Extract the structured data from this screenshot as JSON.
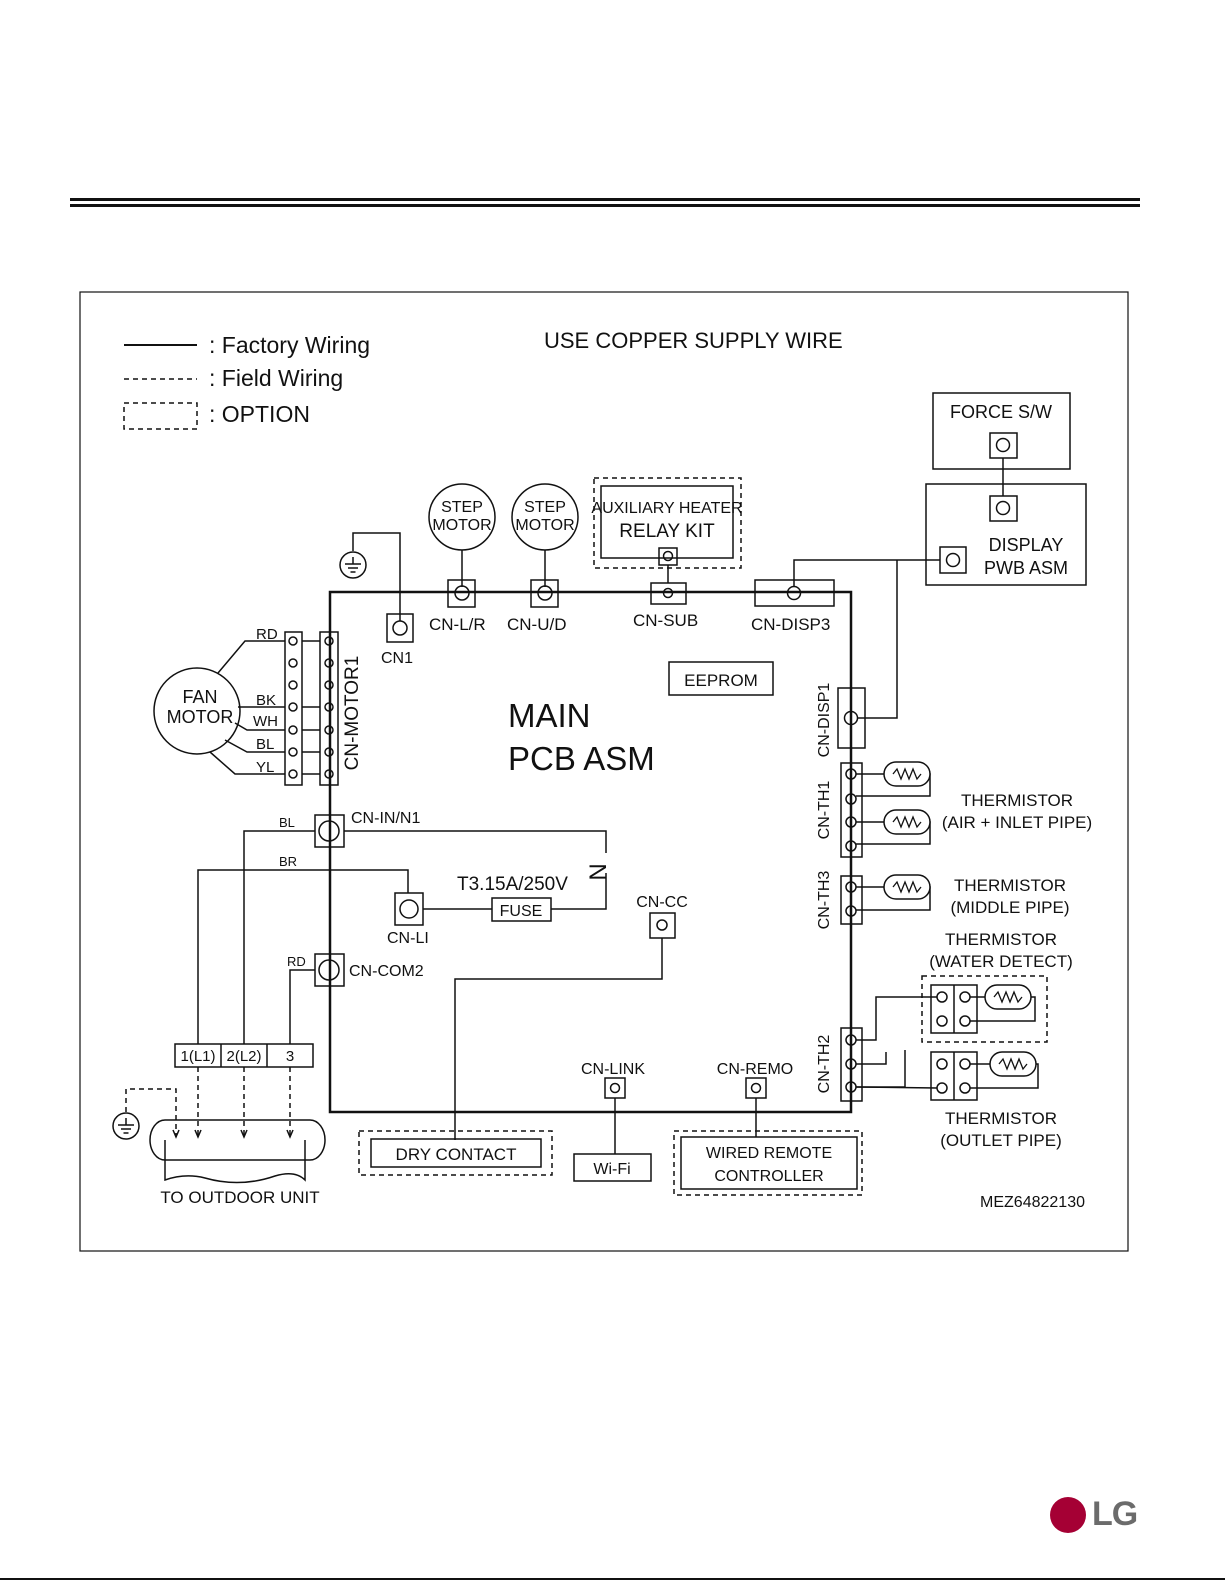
{
  "legend": {
    "factory": ": Factory Wiring",
    "field": ": Field Wiring",
    "option": ": OPTION"
  },
  "notice": "USE COPPER SUPPLY WIRE",
  "main_board": {
    "line1": "MAIN",
    "line2": "PCB ASM"
  },
  "eeprom": "EEPROM",
  "components": {
    "force_sw": "FORCE S/W",
    "display_line1": "DISPLAY",
    "display_line2": "PWB ASM",
    "step_motor_line1": "STEP",
    "step_motor_line2": "MOTOR",
    "aux_heater_line1": "AUXILIARY HEATER",
    "aux_heater_line2": "RELAY KIT",
    "fan_motor_line1": "FAN",
    "fan_motor_line2": "MOTOR",
    "fuse": "FUSE",
    "fuse_rating": "T3.15A/250V",
    "neutral": "N",
    "dry_contact": "DRY CONTACT",
    "wifi": "Wi-Fi",
    "wired_remote_line1": "WIRED REMOTE",
    "wired_remote_line2": "CONTROLLER",
    "outdoor": "TO OUTDOOR UNIT",
    "terminal_1": "1(L1)",
    "terminal_2": "2(L2)",
    "terminal_3": "3"
  },
  "connectors": {
    "cn1": "CN1",
    "cn_lr": "CN-L/R",
    "cn_ud": "CN-U/D",
    "cn_sub": "CN-SUB",
    "cn_disp3": "CN-DISP3",
    "cn_disp1": "CN-DISP1",
    "cn_motor1": "CN-MOTOR1",
    "cn_in_n1": "CN-IN/N1",
    "cn_li": "CN-LI",
    "cn_com2": "CN-COM2",
    "cn_cc": "CN-CC",
    "cn_link": "CN-LINK",
    "cn_remo": "CN-REMO",
    "cn_th1": "CN-TH1",
    "cn_th3": "CN-TH3",
    "cn_th2": "CN-TH2"
  },
  "wire_colors": {
    "rd": "RD",
    "bk": "BK",
    "wh": "WH",
    "bl": "BL",
    "yl": "YL",
    "bl2": "BL",
    "br": "BR",
    "rd2": "RD"
  },
  "thermistors": {
    "th1_line1": "THERMISTOR",
    "th1_line2": "(AIR + INLET PIPE)",
    "th3_line1": "THERMISTOR",
    "th3_line2": "(MIDDLE PIPE)",
    "water_line1": "THERMISTOR",
    "water_line2": "(WATER DETECT)",
    "outlet_line1": "THERMISTOR",
    "outlet_line2": "(OUTLET PIPE)"
  },
  "part_number": "MEZ64822130",
  "brand": "LG",
  "colors": {
    "brand": "#a50034",
    "ink": "#111111"
  }
}
